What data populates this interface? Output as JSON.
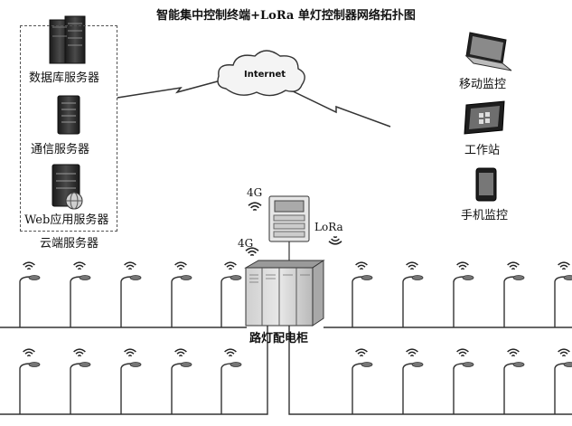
{
  "title": "智能集中控制终端+LoRa 单灯控制器网络拓扑图",
  "cloud_servers": {
    "db_server": "数据库服务器",
    "comm_server": "通信服务器",
    "web_server": "Web应用服务器",
    "group_label": "云端服务器"
  },
  "internet_label": "Internet",
  "clients": {
    "mobile_monitor": "移动监控",
    "workstation": "工作站",
    "phone_monitor": "手机监控"
  },
  "cabinet": {
    "label": "路灯配电柜",
    "signal_4g_top": "4G",
    "signal_4g_side": "4G",
    "lora_label": "LoRa"
  },
  "colors": {
    "line": "#333333",
    "device_dark": "#2b2b2b",
    "device_mid": "#6a6a6a",
    "bg": "#ffffff"
  },
  "icons": [
    "server-icon",
    "cloud-icon",
    "laptop-icon",
    "tablet-icon",
    "phone-icon",
    "streetlight-icon",
    "wireless-signal-icon",
    "cabinet-icon",
    "controller-icon"
  ]
}
